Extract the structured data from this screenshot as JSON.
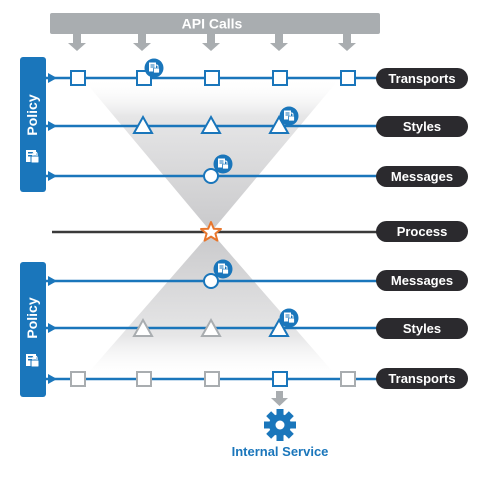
{
  "header": {
    "title": "API Calls"
  },
  "policy_top": {
    "label": "Policy"
  },
  "policy_bottom": {
    "label": "Policy"
  },
  "layers": {
    "transports_top": "Transports",
    "styles_top": "Styles",
    "messages_top": "Messages",
    "process": "Process",
    "messages_bottom": "Messages",
    "styles_bottom": "Styles",
    "transports_bottom": "Transports"
  },
  "footer": {
    "service_label": "Internal Service"
  },
  "colors": {
    "brand_blue": "#1a76bb",
    "header_gray": "#a9adb0",
    "pill_dark": "#2b2a2e",
    "process_line": "#3a3a3a",
    "gray_shape": "#a9adb0",
    "star": "#e8762c",
    "funnel": "#d4d4d6"
  }
}
